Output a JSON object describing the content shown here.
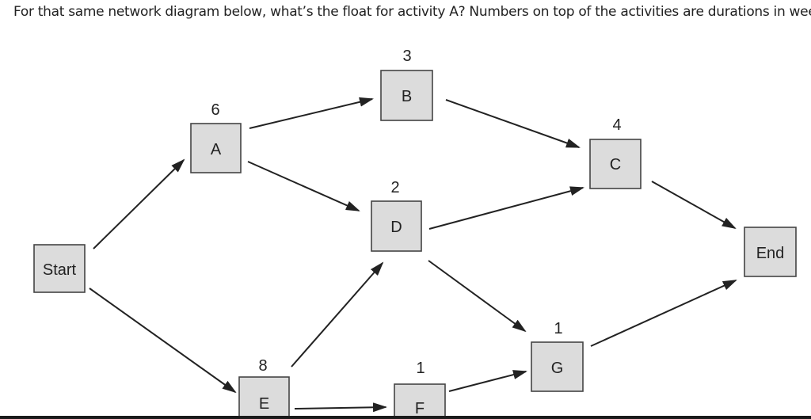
{
  "question": "For that same network diagram below, what’s the float for activity A? Numbers on top of the activities are durations in weeks.",
  "nodes": {
    "start": {
      "label": "Start"
    },
    "a": {
      "label": "A",
      "duration": "6"
    },
    "b": {
      "label": "B",
      "duration": "3"
    },
    "c": {
      "label": "C",
      "duration": "4"
    },
    "d": {
      "label": "D",
      "duration": "2"
    },
    "e": {
      "label": "E",
      "duration": "8"
    },
    "f": {
      "label": "F",
      "duration": "1"
    },
    "g": {
      "label": "G",
      "duration": "1"
    },
    "end": {
      "label": "End"
    }
  },
  "edges": [
    {
      "from": "Start",
      "to": "A"
    },
    {
      "from": "Start",
      "to": "E"
    },
    {
      "from": "A",
      "to": "B"
    },
    {
      "from": "A",
      "to": "D"
    },
    {
      "from": "B",
      "to": "C"
    },
    {
      "from": "D",
      "to": "C"
    },
    {
      "from": "D",
      "to": "G"
    },
    {
      "from": "E",
      "to": "D"
    },
    {
      "from": "E",
      "to": "F"
    },
    {
      "from": "F",
      "to": "G"
    },
    {
      "from": "C",
      "to": "End"
    },
    {
      "from": "G",
      "to": "End"
    }
  ]
}
